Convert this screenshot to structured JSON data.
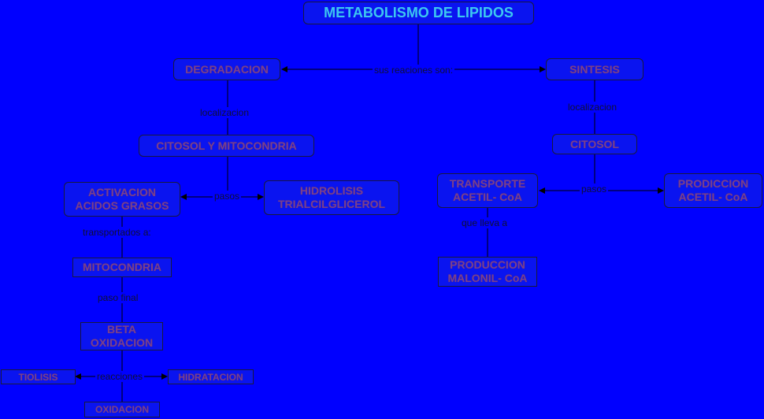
{
  "title": "METABOLISMO DE LIPIDOS",
  "colors": {
    "background": "#0000ff",
    "node_fill": "#0a14f0",
    "node_text": "#7a3f8f",
    "title_text": "#3cc8f0",
    "line": "#000000"
  },
  "nodes": {
    "degradacion": "DEGRADACION",
    "sintesis": "SINTESIS",
    "citosol_mitocondria": "CITOSOL Y MITOCONDRIA",
    "citosol": "CITOSOL",
    "activacion": "ACTIVACION\nACIDOS GRASOS",
    "hidrolisis": "HIDROLISIS\nTRIALCILGLICEROL",
    "transporte": "TRANSPORTE\n ACETIL- CoA",
    "prodiccion": "PRODICCION\n ACETIL- CoA",
    "mitocondria": "MITOCONDRIA",
    "produccion_malonil": "PRODUCCION\nMALONIL- CoA",
    "beta_oxidacion": "BETA\nOXIDACION",
    "tiolisis": "TIOLISIS",
    "hidratacion": "HIDRATACION",
    "oxidacion": "OXIDACION"
  },
  "edge_labels": {
    "sus_reaciones": "sus reaciones son:",
    "localizacion_left": "localizacion",
    "localizacion_right": "localizacion",
    "pasos_left": "pasos",
    "pasos_right": "pasos",
    "transportados": "transportados a:",
    "que_lleva": "que lleva a",
    "paso_final": "paso final",
    "reacciones": "reacciones"
  }
}
